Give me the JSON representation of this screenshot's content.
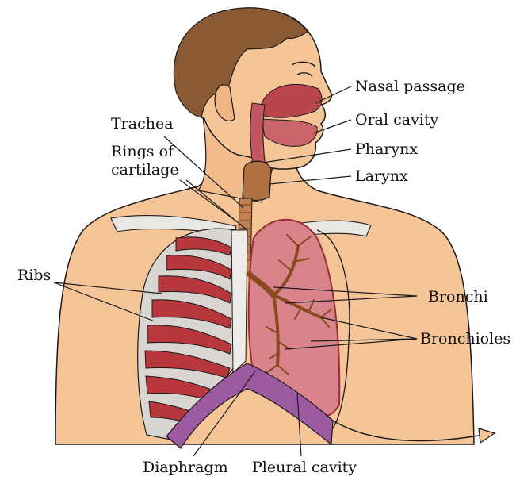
{
  "labels": {
    "nasal_passage": "Nasal passage",
    "oral_cavity": "Oral cavity",
    "pharynx": "Pharynx",
    "larynx": "Larynx",
    "trachea": "Trachea",
    "rings_line1": "Rings of",
    "rings_line2": "cartilage",
    "ribs": "Ribs",
    "bronchi": "Bronchi",
    "bronchioles": "Bronchioles",
    "diaphragm": "Diaphragm",
    "pleural_cavity": "Pleural cavity"
  },
  "colors": {
    "skin": "#f5c497",
    "skin_shadow": "#e8a877",
    "hair": "#8a5a35",
    "lung": "#d9848a",
    "lung_dark": "#b94a52",
    "airway": "#b07040",
    "bone": "#e9e7e4",
    "rib_red": "#b7373d",
    "diaphragm": "#9c5aa0",
    "line": "#1a1a1a"
  }
}
